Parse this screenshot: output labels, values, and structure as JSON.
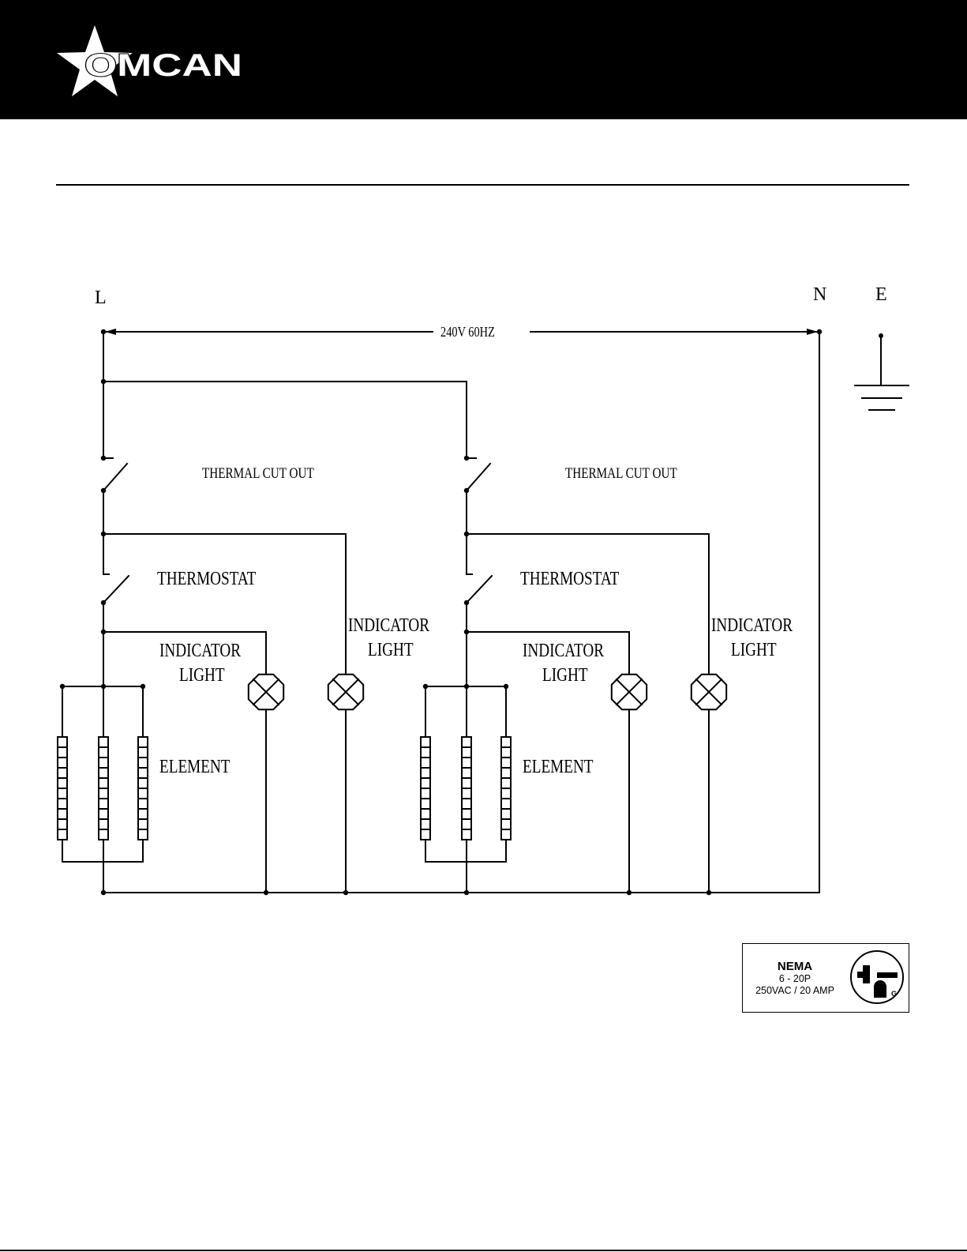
{
  "header": {
    "brand": "OMCAN",
    "background": "#000000",
    "logo_color": "#ffffff"
  },
  "diagram": {
    "labels": {
      "line": "L",
      "neutral": "N",
      "earth": "E",
      "supply": "240V  60HZ",
      "thermal_cut_out_1": "THERMAL CUT OUT",
      "thermal_cut_out_2": "THERMAL CUT OUT",
      "thermostat_1": "THERMOSTAT",
      "thermostat_2": "THERMOSTAT",
      "indicator_1": [
        "INDICATOR",
        "LIGHT"
      ],
      "indicator_2": [
        "INDICATOR",
        "LIGHT"
      ],
      "indicator_3": [
        "INDICATOR",
        "LIGHT"
      ],
      "indicator_4": [
        "INDICATOR",
        "LIGHT"
      ],
      "element_1": "ELEMENT",
      "element_2": "ELEMENT"
    }
  },
  "nema": {
    "title": "NEMA",
    "spec": "6 - 20P",
    "rating": "250VAC / 20 AMP",
    "ground_letter": "G",
    "icon": "nema-6-20p-plug-icon"
  }
}
